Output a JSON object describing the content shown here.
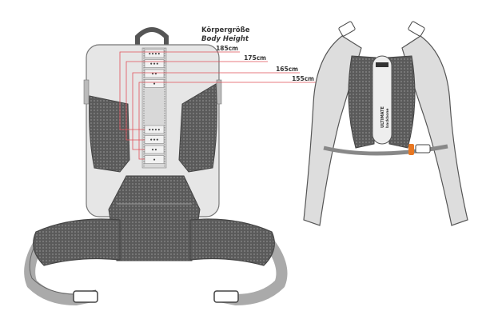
{
  "title_de": "Körpergröße",
  "title_en": "Body Height",
  "heights": [
    "185cm",
    "175cm",
    "165cm",
    "155cm"
  ],
  "size_marks": [
    "••••",
    "•••",
    "••",
    "•"
  ],
  "harness_label_1": "ULTIMATE",
  "harness_label_2": "backbone",
  "colors": {
    "accent": "#e0505a",
    "mesh": "#555555",
    "panel": "#e6e6e6",
    "buckle": "#e87722"
  }
}
